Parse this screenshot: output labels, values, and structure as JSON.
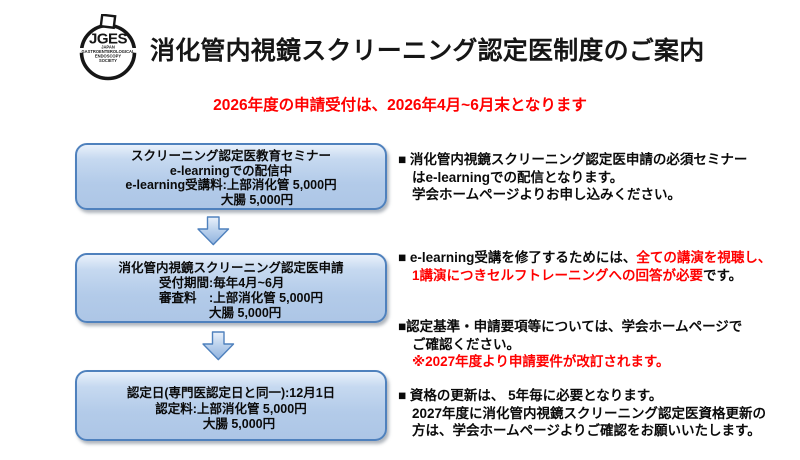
{
  "colors": {
    "accent_red": "#ff0000",
    "box_border_blue": "#4f81bd",
    "box_fill_blue": "#b3cbe9",
    "box_fill_highlight": "#e9f1fb"
  },
  "logo": {
    "acronym": "JGES",
    "society_lines": [
      "JAPAN",
      "GASTROENTEROLOGICAL",
      "ENDOSCOPY",
      "SOCIETY"
    ]
  },
  "header": {
    "title": "消化管内視鏡スクリーニング認定医制度のご案内"
  },
  "notice": {
    "text": "2026年度の申請受付は、2026年4月~6月末となります"
  },
  "flow": {
    "box1": {
      "l1": "スクリーニング認定医教育セミナー",
      "l2": "e-learningでの配信中",
      "l3": "e-learning受講料:上部消化管 5,000円",
      "l4": "大腸 5,000円"
    },
    "box2": {
      "l1": "消化管内視鏡スクリーニング認定医申請",
      "l2": "受付期間:毎年4月~6月",
      "l3": "審査料　:上部消化管 5,000円",
      "l4": "大腸 5,000円"
    },
    "box3": {
      "l1": "認定日(専門医認定日と同一):12月1日",
      "l2": "認定料:上部消化管 5,000円",
      "l3": "大腸  5,000円"
    }
  },
  "notes": {
    "n1": {
      "l1": "■ 消化管内視鏡スクリーニング認定医申請の必須セミナー",
      "l2": "はe-learningでの配信となります。",
      "l3": "学会ホームページよりお申し込みください。"
    },
    "n2": {
      "l1_black": "■ e-learning受講を修了するためには、",
      "l1_red": "全ての講演を視聴し、",
      "l2_red": "1講演につきセルフトレーニングへの回答が必要",
      "l2_black": "です。"
    },
    "n3": {
      "l1": "■認定基準・申請要項等については、学会ホームページで",
      "l2": "ご確認ください。",
      "l3": "※2027年度より申請要件が改訂されます。"
    },
    "n4": {
      "l1": "■ 資格の更新は、 5年毎に必要となります。",
      "l2": "2027年度に消化管内視鏡スクリーニング認定医資格更新の",
      "l3": "方は、学会ホームページよりご確認をお願いいたします。"
    }
  }
}
